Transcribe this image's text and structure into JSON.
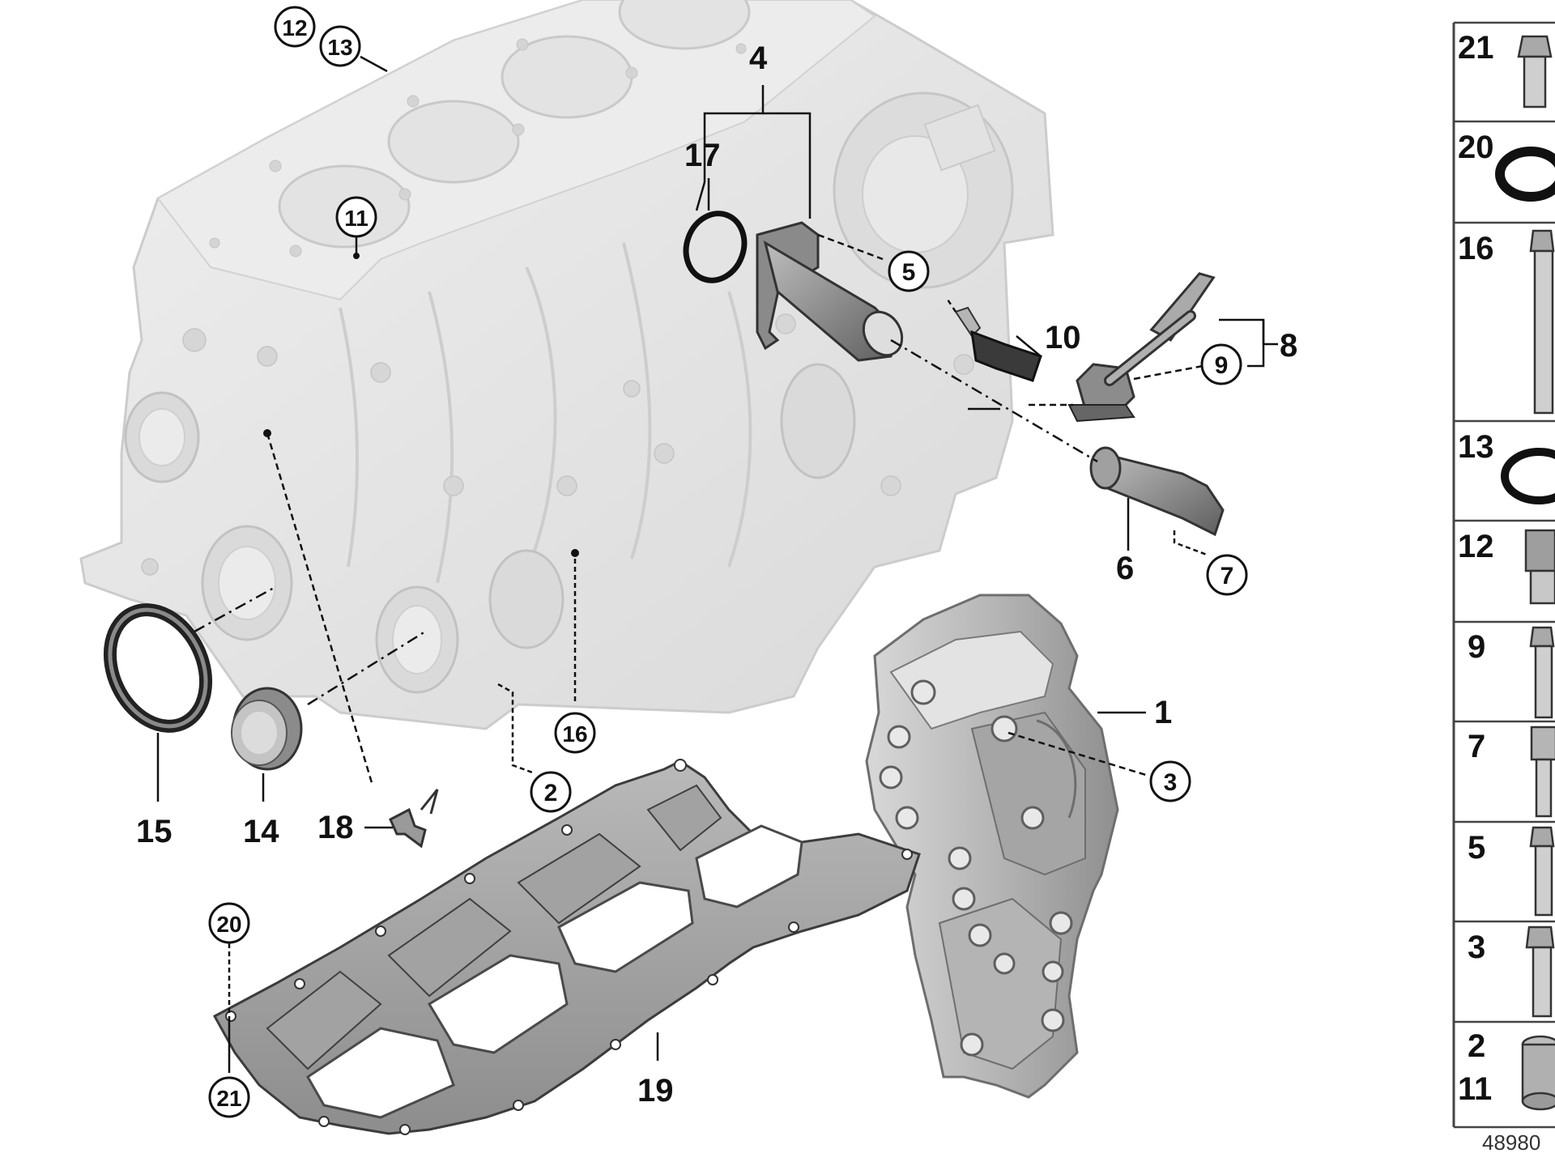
{
  "diagram": {
    "callouts": {
      "c1": "1",
      "c2": "2",
      "c3": "3",
      "c4": "4",
      "c5": "5",
      "c6": "6",
      "c7": "7",
      "c8": "8",
      "c9": "9",
      "c10": "10",
      "c11": "11",
      "c12": "12",
      "c13": "13",
      "c14": "14",
      "c15": "15",
      "c16": "16",
      "c17": "17",
      "c18": "18",
      "c19": "19",
      "c20": "20",
      "c21": "21"
    },
    "index_panel": [
      {
        "label": "21"
      },
      {
        "label": "20"
      },
      {
        "label": "16"
      },
      {
        "label": "13"
      },
      {
        "label": "12"
      },
      {
        "label": "9"
      },
      {
        "label": "7"
      },
      {
        "label": "5"
      },
      {
        "label": "3"
      },
      {
        "label": "2",
        "label2": "11"
      }
    ],
    "reference_number": "48980",
    "colors": {
      "block": "#e6e6e6",
      "block_edge": "#cfcfcf",
      "part_dark": "#7d7d7d",
      "line": "#111111"
    }
  }
}
